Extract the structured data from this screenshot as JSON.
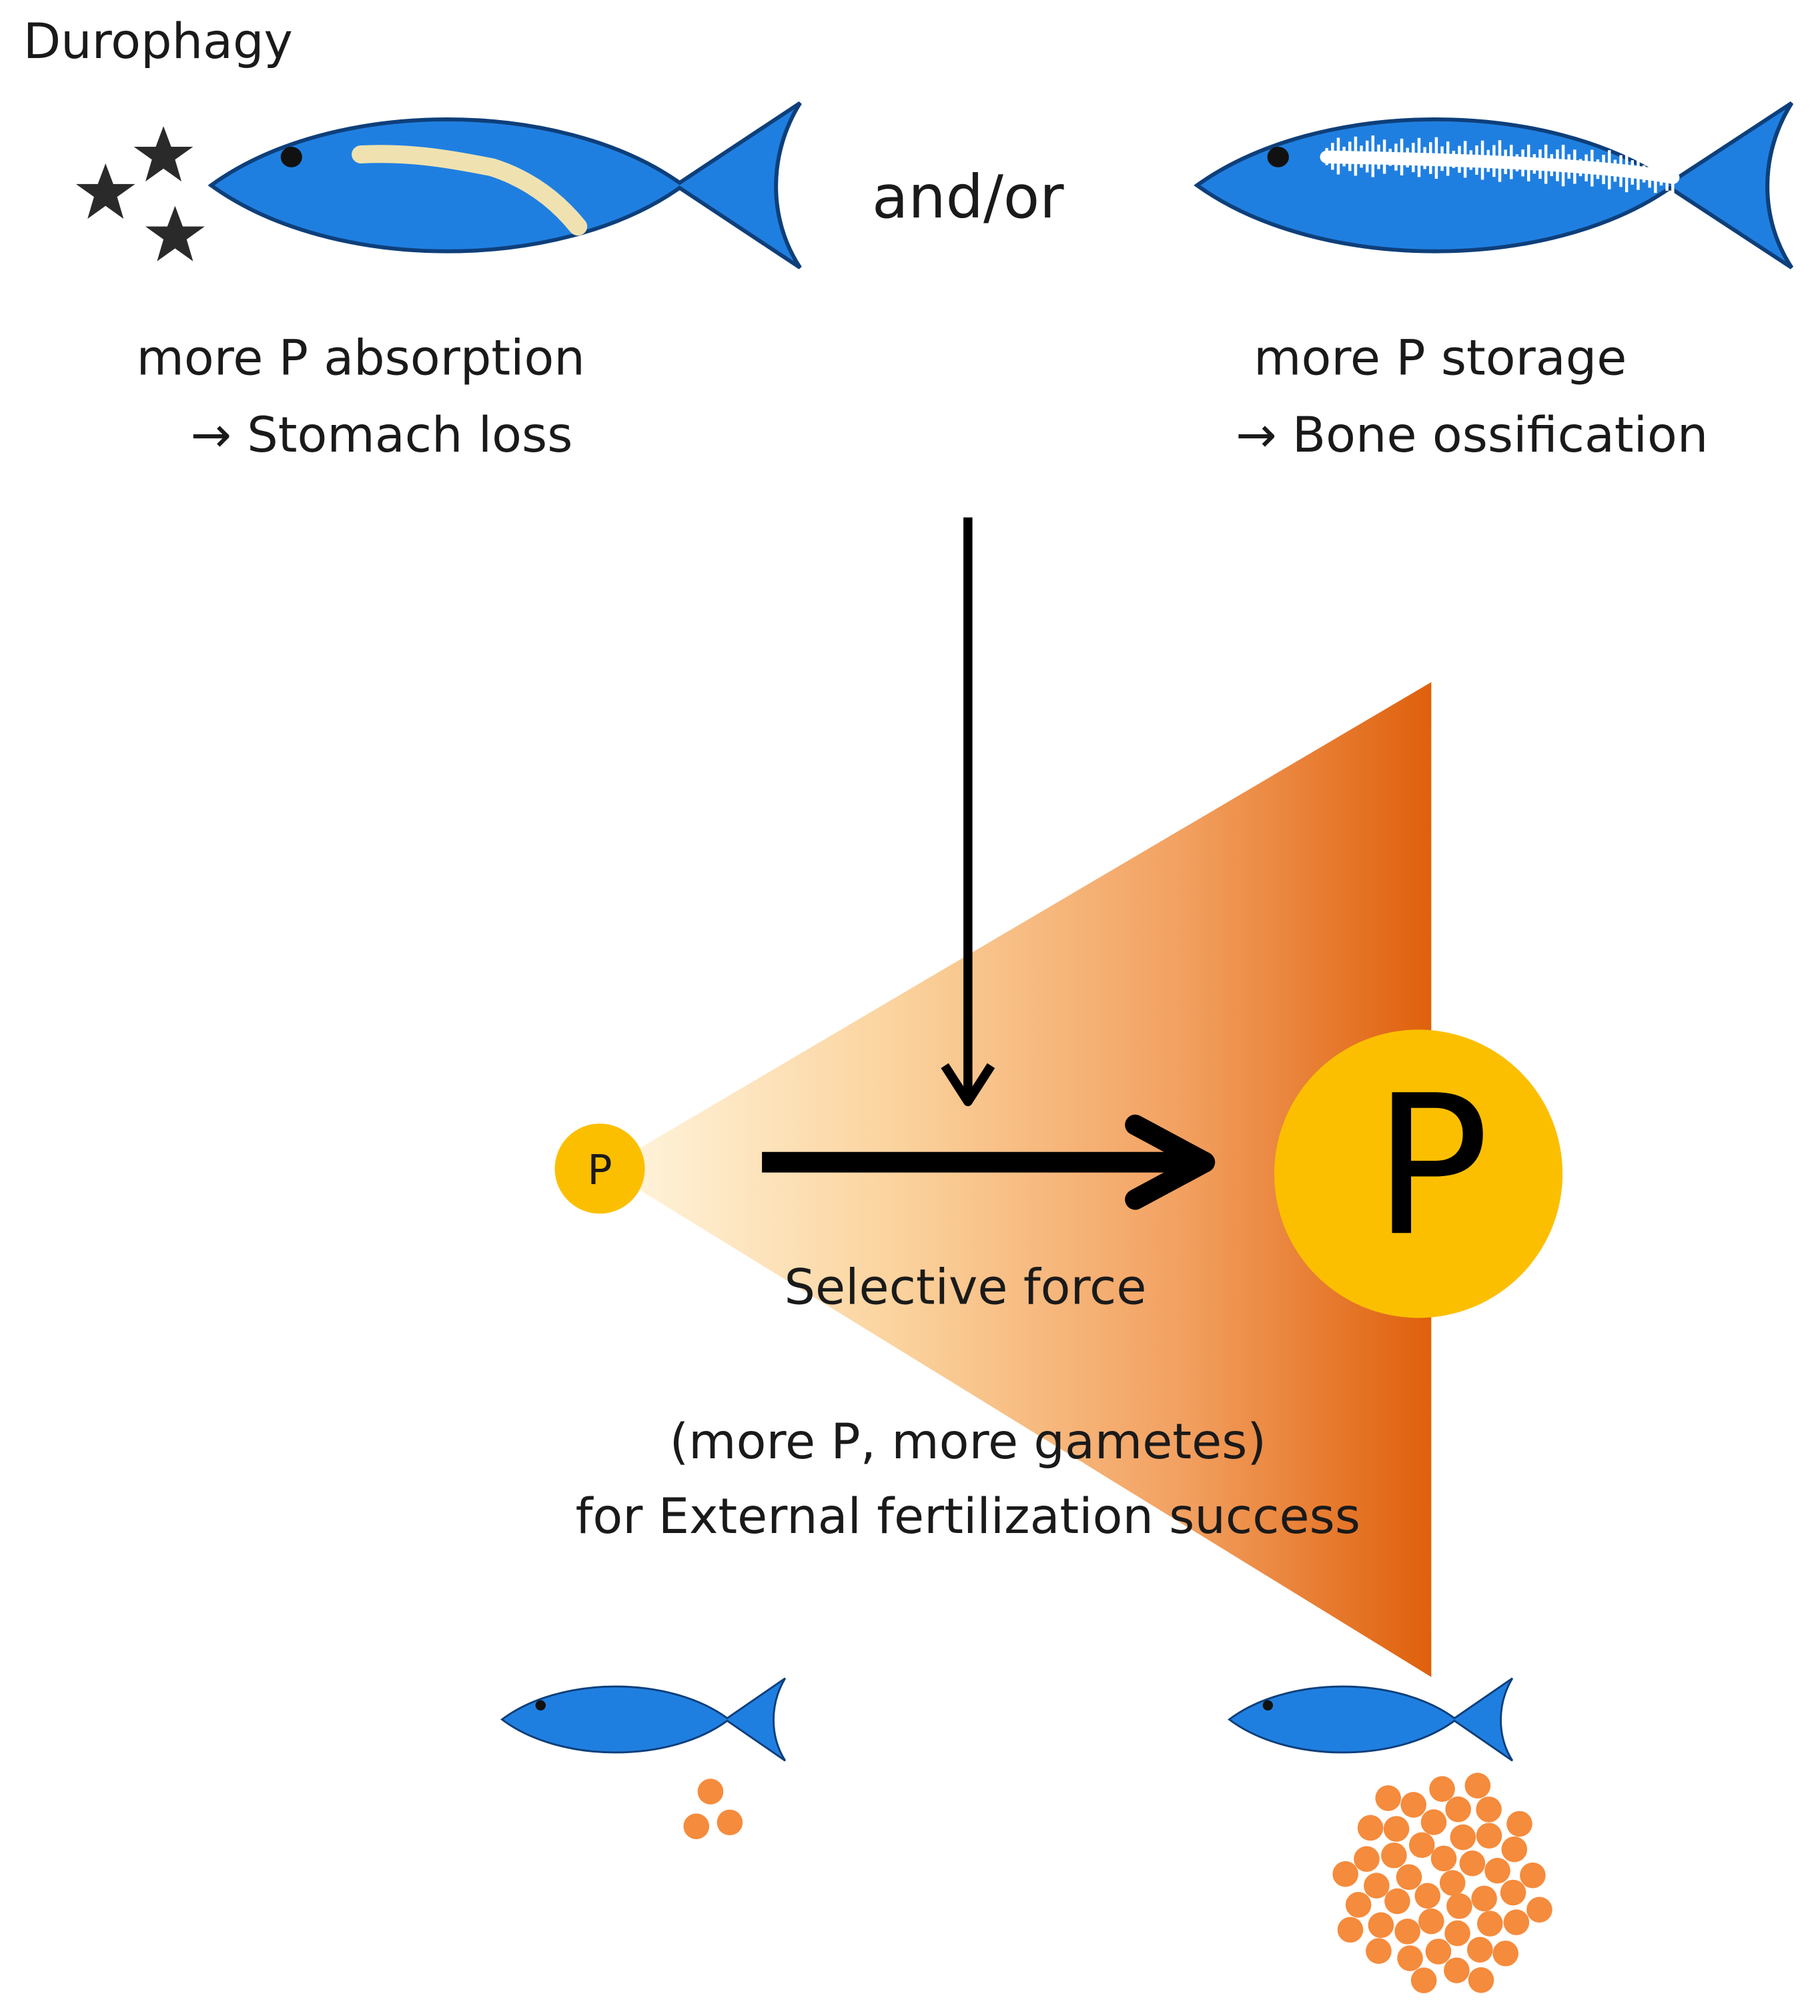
{
  "title": "Durophagy",
  "connector": "and/or",
  "left_panel": {
    "line1": "more P absorption",
    "line2": "→ Stomach loss"
  },
  "right_panel": {
    "line1": "more P storage",
    "line2": "→ Bone ossification"
  },
  "small_node": {
    "label": "P"
  },
  "large_node": {
    "label": "P"
  },
  "force_label": "Selective force",
  "outcome": {
    "line1": "(more P, more gametes)",
    "line2": "for External fertilization success"
  },
  "colors": {
    "fish": "#1f7fe0",
    "fish_outline": "#0e3f7a",
    "p_node": "#fcbf00",
    "gamete": "#f58b3c",
    "triangle_light": "#fff3d6",
    "triangle_dark": "#e0620f",
    "intestine": "#efe2b0"
  },
  "icons": {
    "stars": "star-icon",
    "fish": "fish-icon"
  },
  "gametes": {
    "few": 3,
    "many": 46
  }
}
